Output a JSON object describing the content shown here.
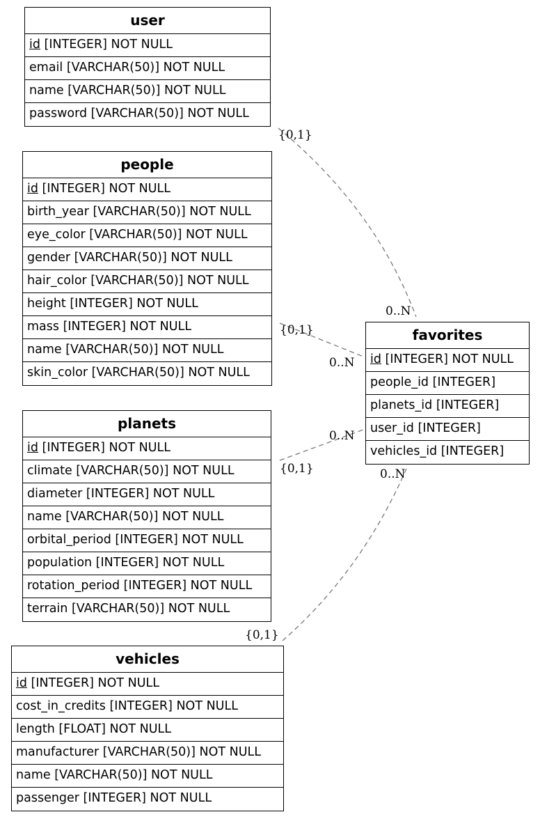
{
  "entities": {
    "user": {
      "title": "user",
      "rows": [
        {
          "pk": "id",
          "rest": " [INTEGER] NOT NULL"
        },
        {
          "pk": "",
          "rest": "email [VARCHAR(50)] NOT NULL"
        },
        {
          "pk": "",
          "rest": "name [VARCHAR(50)] NOT NULL"
        },
        {
          "pk": "",
          "rest": "password [VARCHAR(50)] NOT NULL"
        }
      ]
    },
    "people": {
      "title": "people",
      "rows": [
        {
          "pk": "id",
          "rest": " [INTEGER] NOT NULL"
        },
        {
          "pk": "",
          "rest": "birth_year [VARCHAR(50)] NOT NULL"
        },
        {
          "pk": "",
          "rest": "eye_color [VARCHAR(50)] NOT NULL"
        },
        {
          "pk": "",
          "rest": "gender [VARCHAR(50)] NOT NULL"
        },
        {
          "pk": "",
          "rest": "hair_color [VARCHAR(50)] NOT NULL"
        },
        {
          "pk": "",
          "rest": "height [INTEGER] NOT NULL"
        },
        {
          "pk": "",
          "rest": "mass [INTEGER] NOT NULL"
        },
        {
          "pk": "",
          "rest": "name [VARCHAR(50)] NOT NULL"
        },
        {
          "pk": "",
          "rest": "skin_color [VARCHAR(50)] NOT NULL"
        }
      ]
    },
    "planets": {
      "title": "planets",
      "rows": [
        {
          "pk": "id",
          "rest": " [INTEGER] NOT NULL"
        },
        {
          "pk": "",
          "rest": "climate [VARCHAR(50)] NOT NULL"
        },
        {
          "pk": "",
          "rest": "diameter [INTEGER] NOT NULL"
        },
        {
          "pk": "",
          "rest": "name [VARCHAR(50)] NOT NULL"
        },
        {
          "pk": "",
          "rest": "orbital_period [INTEGER] NOT NULL"
        },
        {
          "pk": "",
          "rest": "population [INTEGER] NOT NULL"
        },
        {
          "pk": "",
          "rest": "rotation_period [INTEGER] NOT NULL"
        },
        {
          "pk": "",
          "rest": "terrain [VARCHAR(50)] NOT NULL"
        }
      ]
    },
    "vehicles": {
      "title": "vehicles",
      "rows": [
        {
          "pk": "id",
          "rest": " [INTEGER] NOT NULL"
        },
        {
          "pk": "",
          "rest": "cost_in_credits [INTEGER] NOT NULL"
        },
        {
          "pk": "",
          "rest": "length [FLOAT] NOT NULL"
        },
        {
          "pk": "",
          "rest": "manufacturer [VARCHAR(50)] NOT NULL"
        },
        {
          "pk": "",
          "rest": "name [VARCHAR(50)] NOT NULL"
        },
        {
          "pk": "",
          "rest": "passenger [INTEGER] NOT NULL"
        }
      ]
    },
    "favorites": {
      "title": "favorites",
      "rows": [
        {
          "pk": "id",
          "rest": " [INTEGER] NOT NULL"
        },
        {
          "pk": "",
          "rest": "people_id [INTEGER]"
        },
        {
          "pk": "",
          "rest": "planets_id [INTEGER]"
        },
        {
          "pk": "",
          "rest": "user_id [INTEGER]"
        },
        {
          "pk": "",
          "rest": "vehicles_id [INTEGER]"
        }
      ]
    }
  },
  "relationships": [
    {
      "from": "user",
      "to": "favorites",
      "from_card": "{0,1}",
      "to_card": "0..N"
    },
    {
      "from": "people",
      "to": "favorites",
      "from_card": "{0,1}",
      "to_card": "0..N"
    },
    {
      "from": "planets",
      "to": "favorites",
      "from_card": "{0,1}",
      "to_card": "0..N"
    },
    {
      "from": "vehicles",
      "to": "favorites",
      "from_card": "{0,1}",
      "to_card": "0..N"
    }
  ],
  "colors": {
    "line": "#777777",
    "border": "#000000"
  }
}
